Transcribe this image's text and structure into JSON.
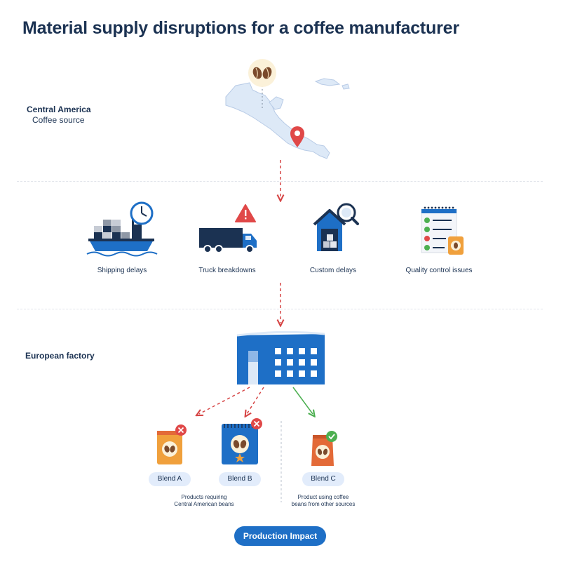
{
  "title": "Material supply disruptions for a coffee manufacturer",
  "source": {
    "name": "Central America",
    "subtitle": "Coffee source"
  },
  "disruptions": [
    {
      "label": "Shipping delays",
      "icon": "cargo-ship-clock-icon"
    },
    {
      "label": "Truck breakdowns",
      "icon": "truck-warning-icon"
    },
    {
      "label": "Custom delays",
      "icon": "warehouse-search-icon"
    },
    {
      "label": "Quality control issues",
      "icon": "checklist-icon"
    }
  ],
  "factory": {
    "label": "European factory",
    "icon": "factory-icon"
  },
  "products": [
    {
      "name": "Blend A",
      "status": "affected"
    },
    {
      "name": "Blend B",
      "status": "affected"
    },
    {
      "name": "Blend C",
      "status": "ok"
    }
  ],
  "notes": {
    "affected": [
      "Products requiring",
      "Central American beans"
    ],
    "unaffected": [
      "Product using coffee",
      "beans from other sources"
    ]
  },
  "action": {
    "label": "Production Impact"
  },
  "colors": {
    "navy": "#1b3252",
    "blue": "#1e6fc6",
    "light_blue": "#e2ecfb",
    "map_fill": "#dde9f7",
    "red": "#d64545",
    "green": "#4caf50",
    "orange": "#f0a03c"
  }
}
